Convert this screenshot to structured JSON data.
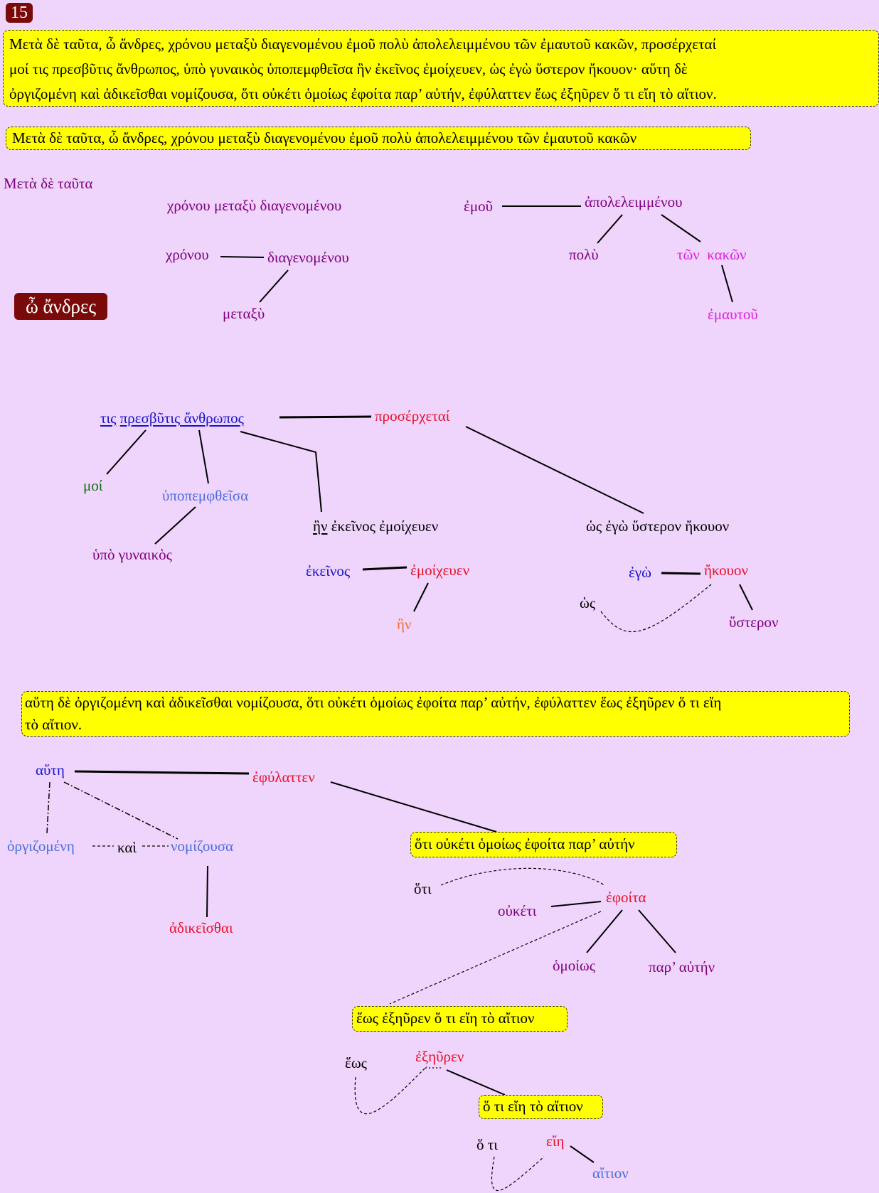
{
  "section_number": "15",
  "full_text": [
    "Μετὰ δὲ ταῦτα, ὦ ἄνδρες, χρόνου μεταξὺ διαγενομένου ἐμοῦ πολὺ ἀπολελειμμένου τῶν ἐμαυτοῦ κακῶν, προσέρχεταί",
    "μοί τις πρεσβῦτις ἄνθρωπος, ὑπὸ γυναικὸς ὑποπεμφθεῖσα ἣν ἐκεῖνος ἐμοίχευεν, ὡς ἐγὼ ὕστερον ἤκουον· αὕτη δὲ",
    "ὀργιζομένη καὶ ἀδικεῖσθαι νομίζουσα, ὅτι οὐκέτι ὁμοίως ἐφοίτα παρ’ αὐτήν, ἐφύλαττεν ἕως ἐξηῦρεν ὅ τι εἴη τὸ αἴτιον."
  ],
  "clause1": {
    "box": "Μετὰ δὲ ταῦτα, ὦ ἄνδρες, χρόνου μεταξὺ διαγενομένου ἐμοῦ πολὺ ἀπολελειμμένου τῶν ἐμαυτοῦ κακῶν",
    "meta": "Μετὰ δὲ ταῦτα",
    "gen_abs1": "χρόνου μεταξὺ διαγενομένου",
    "chronou": "χρόνου",
    "diagenomenou": "διαγενομένου",
    "metaxy": "μεταξὺ",
    "emou": "ἐμοῦ",
    "apoleleimmenou": "ἀπολελειμμένου",
    "poly": "πολὺ",
    "ton_kakon": "τῶν  κακῶν",
    "emautou": "ἐμαυτοῦ",
    "vocative": "ὦ ἄνδρες"
  },
  "clause2": {
    "tis": "τις",
    "presbytis": "πρεσβῦτις ἄνθρωπος",
    "proserchetai": "προσέρχεταί",
    "moi": "μοί",
    "hypopemphtheisa": "ὑποπεμφθεῖσα",
    "hypo_gynaikos": "ὑπὸ γυναικὸς",
    "rel_hen": "ἣν",
    "rel_rest": " ἐκεῖνος ἐμοίχευεν",
    "ekeinos": "ἐκεῖνος",
    "emoicheuen": "ἐμοίχευεν",
    "hen": "ἣν",
    "hos_clause": "ὡς ἐγὼ ὕστερον ἤκουον",
    "ego": "ἐγὼ",
    "ekouon": "ἤκουον",
    "hos": "ὡς",
    "hysteron": "ὕστερον"
  },
  "clause3": {
    "box": [
      "αὕτη δὲ ὀργιζομένη καὶ ἀδικεῖσθαι νομίζουσα, ὅτι οὐκέτι ὁμοίως ἐφοίτα παρ’ αὐτήν, ἐφύλαττεν ἕως ἐξηῦρεν ὅ τι εἴη",
      "τὸ αἴτιον."
    ],
    "haute": "αὕτη",
    "ephylatten": "ἐφύλαττεν",
    "orgizomene": "ὀργιζομένη",
    "kai": "καὶ",
    "nomizousa": "νομίζουσα",
    "adikeisthai": "ἀδικεῖσθαι",
    "hoti_box": "ὅτι οὐκέτι ὁμοίως ἐφοίτα παρ’ αὐτήν",
    "hoti": "ὅτι",
    "ephoita": "ἐφοίτα",
    "ouketi": "οὐκέτι",
    "homoios": "ὁμοίως",
    "par_auten": "παρ’ αὐτήν",
    "heos_box": "ἕως ἐξηῦρεν ὅ τι εἴη τὸ αἴτιον",
    "heos": "ἕως",
    "exeuren": "ἐξηῦρεν",
    "ho_ti_box": "ὅ τι εἴη τὸ αἴτιον",
    "ho_ti": "ὅ τι",
    "eie": "εἴη",
    "aition": "αἴτιον"
  },
  "colors": {
    "background": "#efd4fb",
    "box": "#ffff00",
    "badge": "#7a0a0a"
  }
}
